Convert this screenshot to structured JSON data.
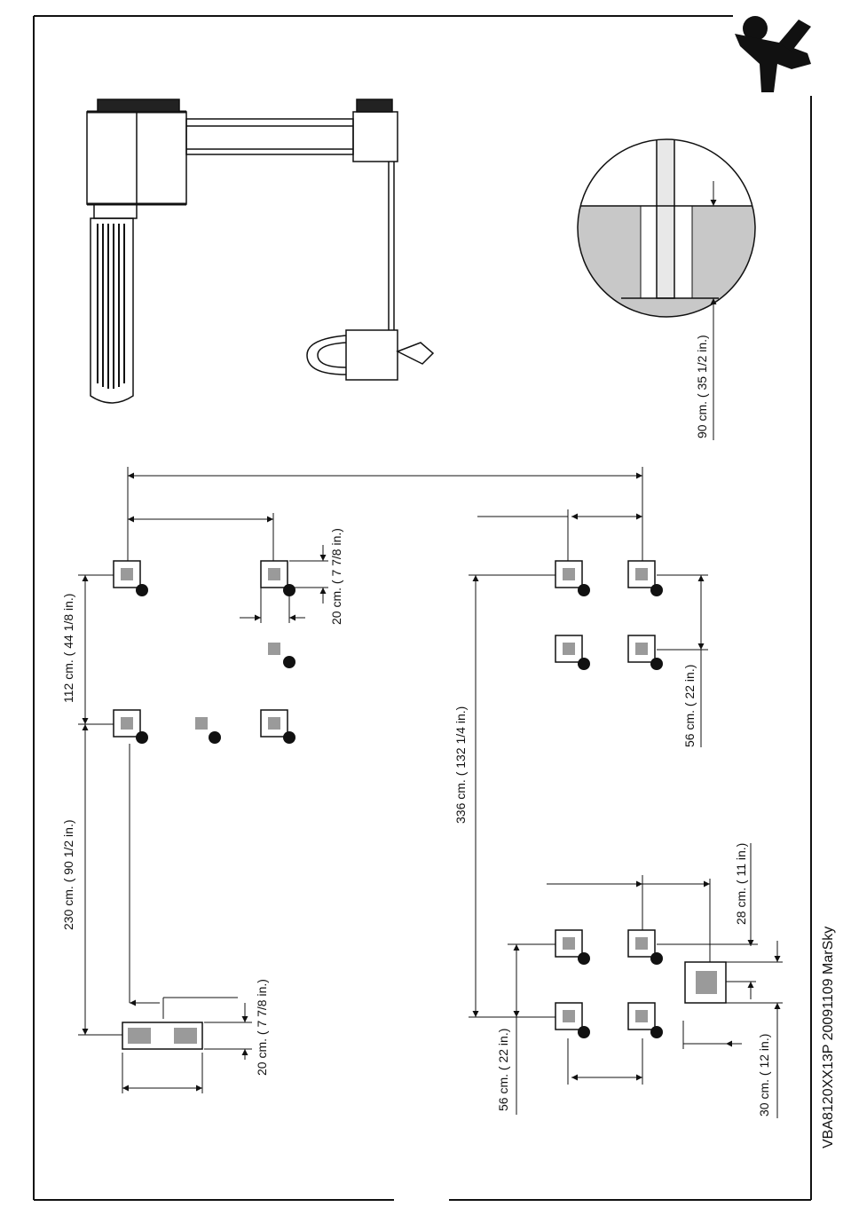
{
  "document": {
    "code": "VBA8120XX13P 20091109  MarSky"
  },
  "brand": {
    "logo_icon": "child-jumping-icon"
  },
  "colors": {
    "ink": "#111111",
    "footing": "#9a9a9a",
    "ground": "#c8c8c8"
  },
  "dimensions": {
    "post_depth": "90 cm. ( 35 1/2 in.)",
    "d112": "112 cm. ( 44 1/8 in.)",
    "d230": "230 cm. ( 90 1/2 in.)",
    "d20_top": "20 cm. ( 7 7/8 in.)",
    "d20_bottom": "20 cm. ( 7 7/8 in.)",
    "d336": "336 cm. ( 132 1/4 in.)",
    "d56_right": "56 cm. ( 22 in.)",
    "d56_left": "56 cm. ( 22 in.)",
    "d28": "28 cm. ( 11 in.)",
    "d30": "30 cm. ( 12 in.)"
  }
}
